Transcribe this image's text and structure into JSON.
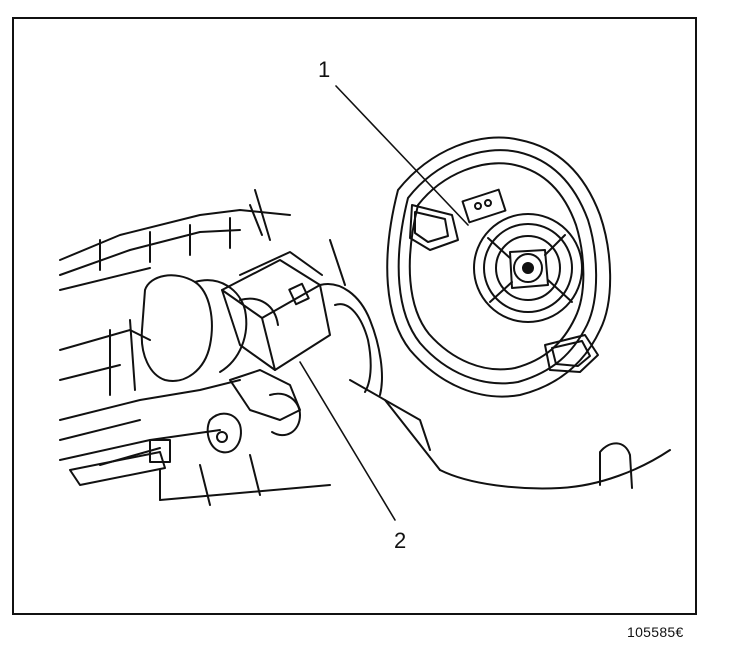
{
  "figure": {
    "callouts": [
      {
        "label": "1"
      },
      {
        "label": "2"
      }
    ],
    "figure_id": "105585€"
  }
}
